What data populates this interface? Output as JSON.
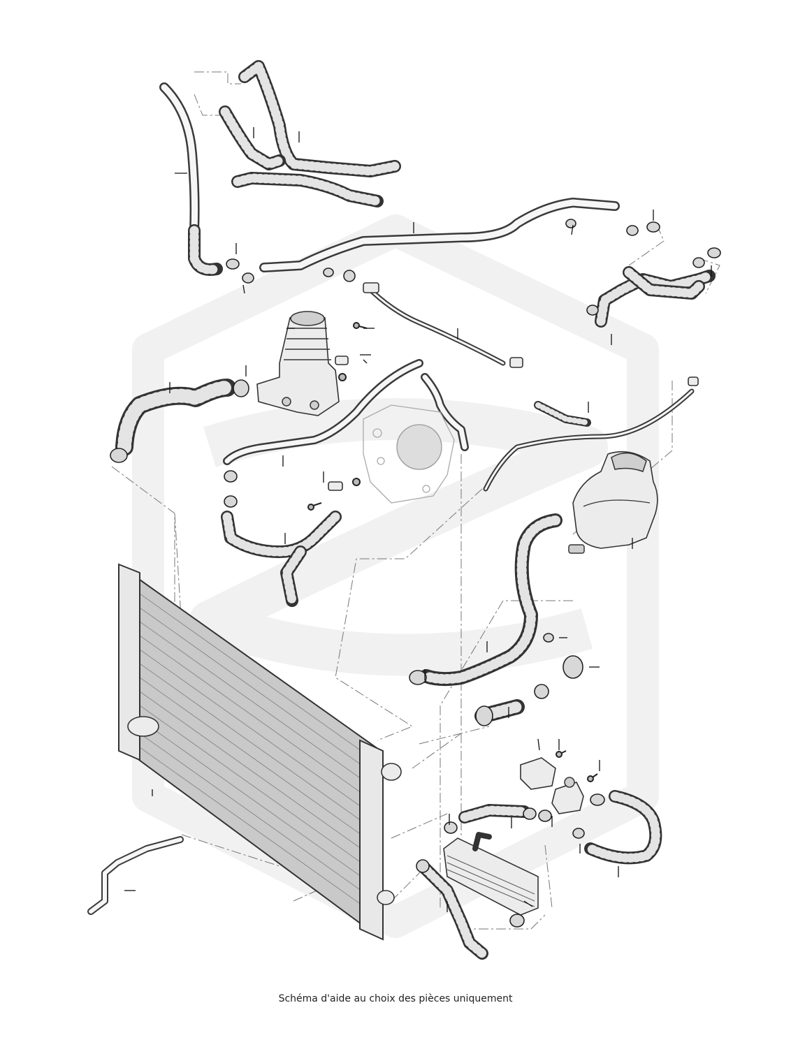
{
  "caption": "Schéma d'aide au choix des pièces uniquement",
  "colors": {
    "background": "#ffffff",
    "line": "#333333",
    "hose_fill": "#e4e4e4",
    "watermark": "#f1f1f1"
  },
  "parts": [
    "radiator",
    "expansion-tank",
    "oil-filter-housing",
    "oil-cooler",
    "coolant-pump",
    "coolant-hoses",
    "coolant-pipes",
    "hose-clamps",
    "bolts",
    "sensors"
  ]
}
